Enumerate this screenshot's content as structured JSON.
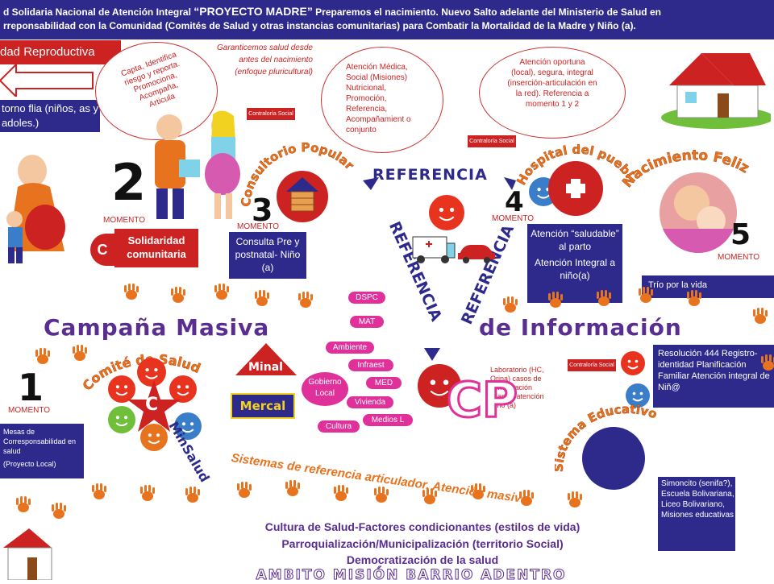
{
  "header": {
    "line1_a": "d  Solidaria Nacional de Atención Integral ",
    "line1_b": "“PROYECTO MADRE”",
    "line1_c": " Preparemos el nacimiento. Nuevo  Salto adelante del Ministerio de Salud en",
    "line2": "rreponsabilidad  con la Comunidad (Comités de Salud y otras  instancias comunitarias) para Combatir la Mortalidad de la Madre y Niño (a)."
  },
  "left": {
    "reproductiva": "dad Reproductiva",
    "entorno": "torno flia (niños, as y adoles.)",
    "c_letter": "C"
  },
  "momentos": {
    "m1_number": "1",
    "m2_number": "2",
    "m3_number": "3",
    "m4_number": "4",
    "m5_number": "5",
    "label": "MOMENTO"
  },
  "bubbles": {
    "capta": "Capta, Identifica riesgo y reporta. Promociona, Acompaña, Articula",
    "garanticemos": "Garanticemos salud desde antes del nacimiento (enfoque pluricultural)",
    "atencion_medica": "Atención Médica, Social (Misiones) Nutricional, Promoción, Referencia, Acompañamient o conjunto",
    "atencion_oportuna": "Atención oportuna (local), segura, integral (inserción-articulación en la red). Referencia a momento 1 y 2"
  },
  "contraloria": "Contraloría Social",
  "boxes": {
    "solidaridad": "Solidaridad comunitaria",
    "consulta": "Consulta Pre y postnatal- Niño (a)",
    "atencion_parto": "Atención “saludable” al parto",
    "atencion_nino": "Atención Integral a niño(a)",
    "trio": "Trío por la vida",
    "mesas": "Mesas de Corresponsabilidad en salud",
    "proyecto_local": "(Proyecto Local)",
    "resolucion": "Resolución 444 Registro- identidad Planificación Familiar Atención integral de Niñ@",
    "simoncito": "Simoncito (senifa?), Escuela Bolivariana, Liceo Bolivariano, Misiones educativas",
    "laboratorio": "Laboratorio (HC, Orina) casos de complicación “Parto” /atención Niño (a)"
  },
  "arcs": {
    "consultorio": "Consultorio Popular",
    "hospital": "Hospital del pueblo",
    "nacimiento": "Nacimiento Feliz",
    "comite": "Comité de Salud",
    "minsalud": "MinSalud",
    "sistema_educativo": "Sistema Educativo"
  },
  "referencia": {
    "top": "REFERENCIA",
    "left": "REFERENCIA",
    "right": "REFERENCIA"
  },
  "campana": {
    "left": "Campaña Masiva",
    "right": "de Información"
  },
  "network": {
    "items": [
      "DSPC",
      "MAT",
      "Ambiente",
      "Infraest",
      "MED",
      "Gobierno Local",
      "Vivienda",
      "Medios L",
      "Cultura"
    ],
    "minal": "Minal",
    "mercal": "Mercal"
  },
  "cp_big": "CP",
  "c_center": "C",
  "sistemas_referencia": "Sistemas de referencia articulador. Atención masiva",
  "bottom": {
    "line1": "Cultura de Salud-Factores condicionantes (estilos de vida)",
    "line2": "Parroquialización/Municipalización (territorio Social)",
    "line3": "Democratización de la salud",
    "line4": "AMBITO MISIÓN BARRIO ADENTRO"
  },
  "colors": {
    "navy": "#2d2a8c",
    "red": "#cc2222",
    "orange": "#e8731f",
    "pink": "#e0309a",
    "green": "#6fbf3a",
    "purple": "#5a2d91"
  }
}
